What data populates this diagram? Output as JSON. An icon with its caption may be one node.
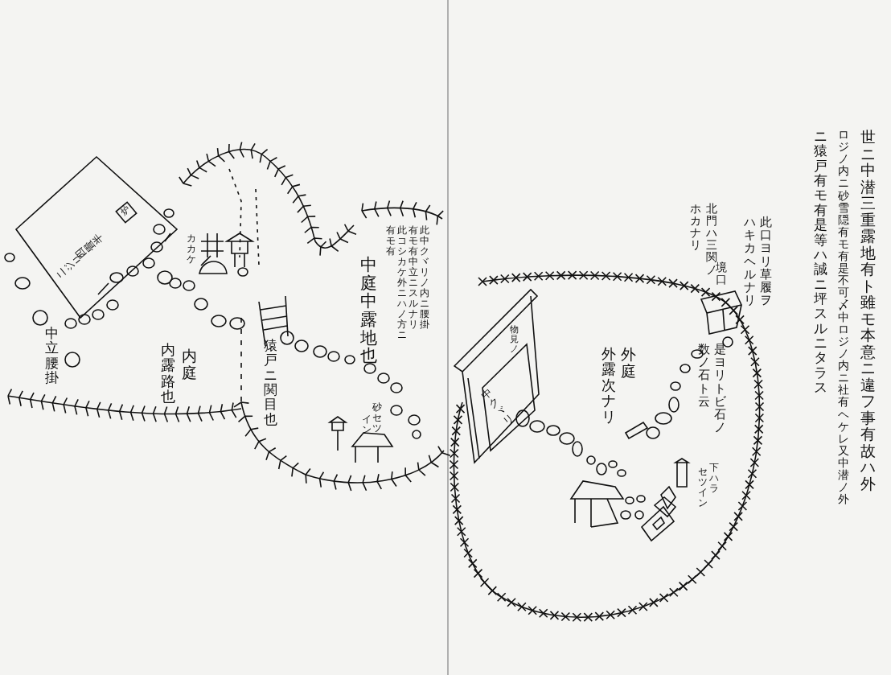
{
  "diagram": {
    "labels": [
      "世ニ中潜三重露地有ト雖モ本意ニ違フ事有故ハ外",
      "ロジノ内ニ砂雪隠有モ有是不可〆中ロジノ内ニ社有ヘケレ又中潜ノ外",
      "ニ猿戸有モ有是等ハ誠ニ坪スルニタラス",
      "此口ヨリ草履ヲ",
      "ハキカヘルナリ",
      "北門ハ三関ノ",
      "ホカナリ",
      "境口",
      "是ヨリトビ石ノ",
      "数ノ石ト云",
      "外庭",
      "外露次ナリ",
      "物見ノ",
      "中クヾリ",
      "下ハラ",
      "セツイン",
      "此中クヾリノ内ニ腰掛",
      "有モ有中立ニスルナリ",
      "此コシカケ外ニハノ方ニ",
      "有モ有",
      "中庭中露地也",
      "砂セツ",
      "イン",
      "猿戸ニ関目也",
      "カカケ",
      "内庭",
      "内露路也",
      "中立腰掛",
      "炉",
      "四畳半",
      "ニジリ"
    ]
  }
}
